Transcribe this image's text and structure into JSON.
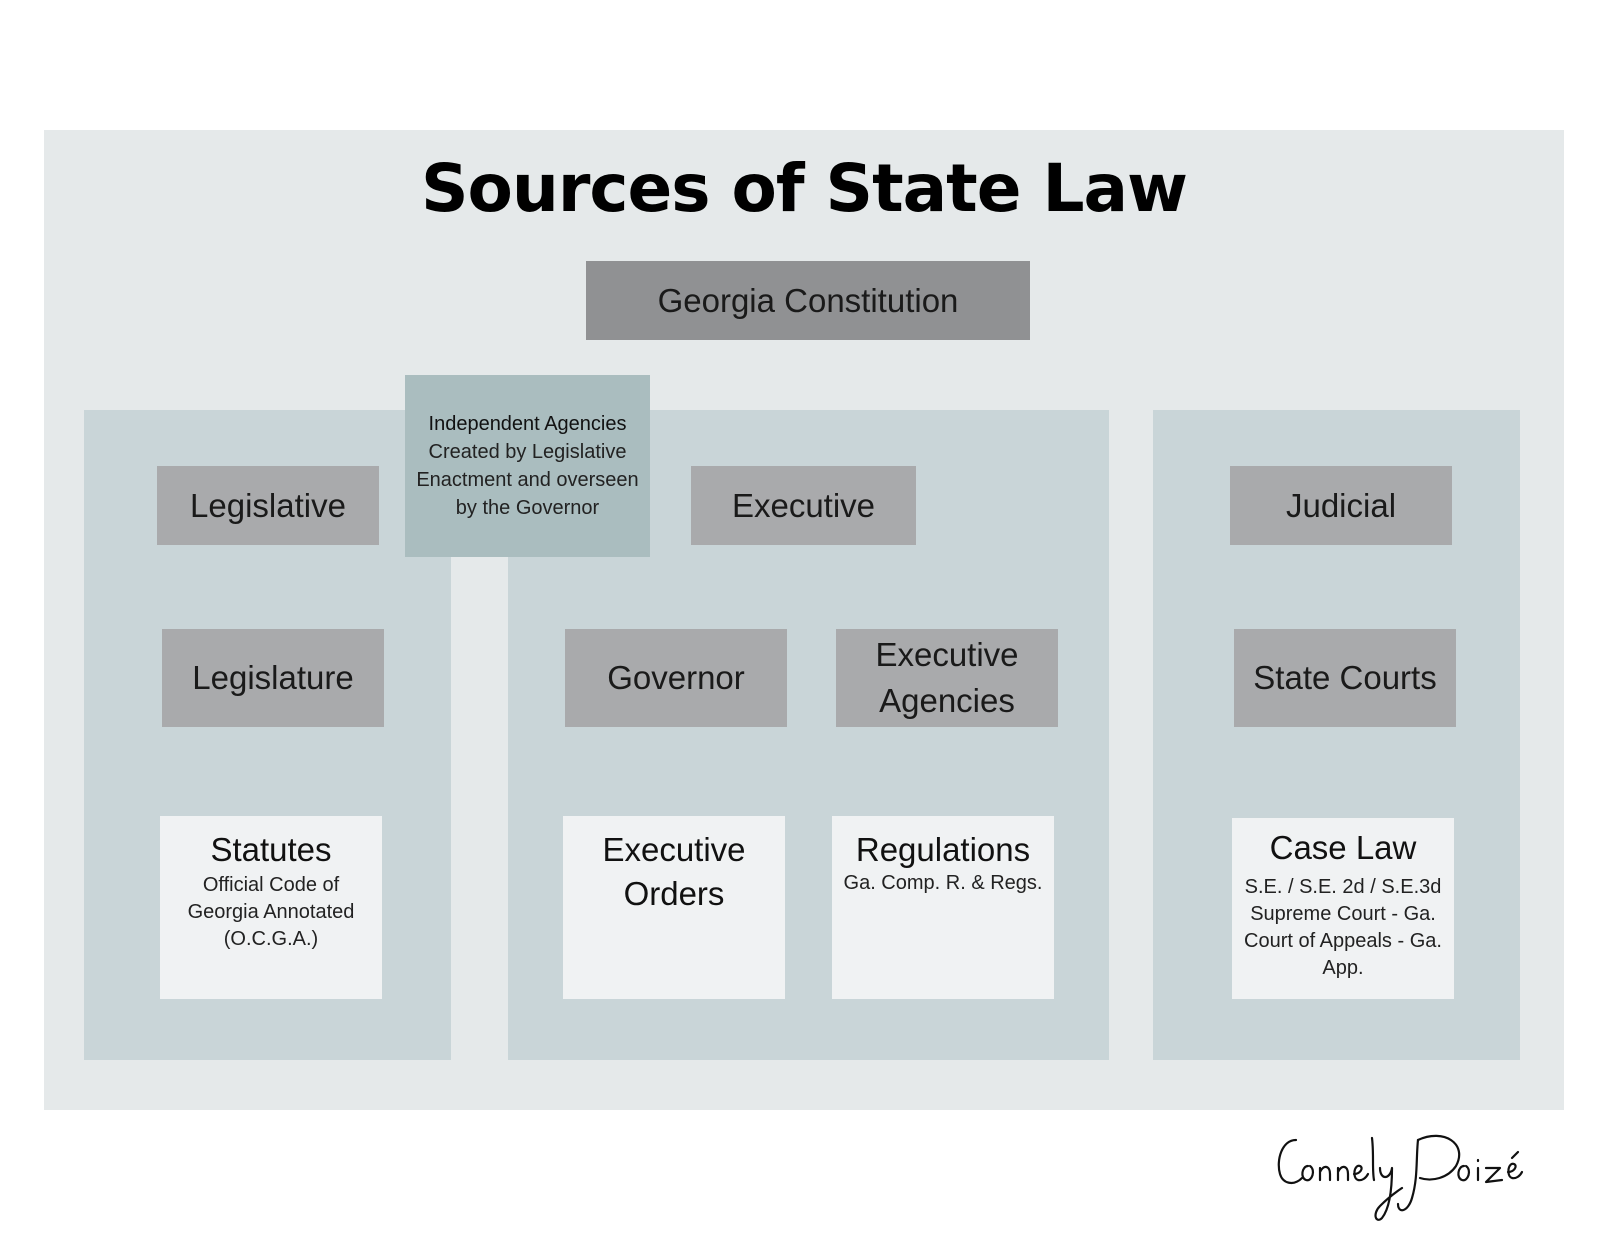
{
  "title": "Sources of State Law",
  "top": {
    "label": "Georgia Constitution"
  },
  "independent_agencies": {
    "heading": "Independent Agencies",
    "description": "Created by Legislative Enactment and overseen by the Governor"
  },
  "legislative": {
    "branch_label": "Legislative",
    "body_label": "Legislature",
    "source": {
      "title": "Statutes",
      "detail": "Official Code of Georgia Annotated (O.C.G.A.)"
    }
  },
  "executive": {
    "branch_label": "Executive",
    "governor_label": "Governor",
    "agencies_label": "Executive Agencies",
    "orders": {
      "title": "Executive Orders"
    },
    "regulations": {
      "title": "Regulations",
      "detail": "Ga. Comp. R. & Regs."
    }
  },
  "judicial": {
    "branch_label": "Judicial",
    "body_label": "State Courts",
    "source": {
      "title": "Case Law",
      "detail": "S.E. / S.E. 2d / S.E.3d\nSupreme Court - Ga.\nCourt of Appeals - Ga. App."
    }
  },
  "signature": "ConnelyDoizé",
  "colors": {
    "panel": "#e5e9ea",
    "branch_bg": "#c9d5d8",
    "gray_box": "#a9aaac",
    "constitution_box": "#909193",
    "agencies_box": "#aabdbf",
    "source_box": "#f0f2f3"
  }
}
